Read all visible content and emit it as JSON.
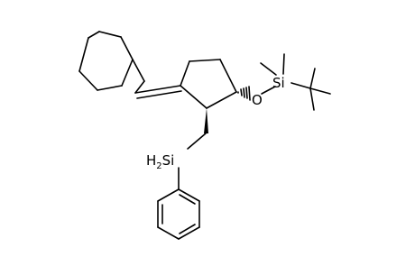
{
  "molecule": {
    "atom_labels": {
      "oxygen": "O",
      "silicon_tbs": "Si",
      "silicon_h2_main": "H",
      "silicon_h2_sub": "2",
      "silicon_h2_si": "Si"
    }
  },
  "colors": {
    "bond": "#000000",
    "background": "#ffffff"
  }
}
